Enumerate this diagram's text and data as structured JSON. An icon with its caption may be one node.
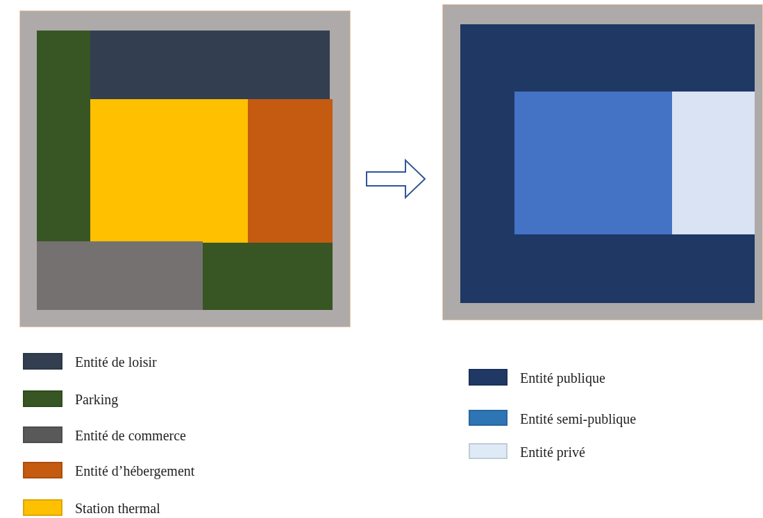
{
  "diagram": {
    "nodes": [
      {
        "text": [],
        "shape": "picture"
      },
      {
        "text": [],
        "shape": "picture"
      }
    ],
    "edges": [
      {
        "from": 0,
        "to": 1,
        "arrow": "to"
      }
    ],
    "legend": [
      {
        "text": "Entité de loisir",
        "color": "#333f50"
      },
      {
        "text": "Parking",
        "color": "#375623"
      },
      {
        "text": "Entité de commerce",
        "color": "#595959"
      },
      {
        "text": "Entité d’hébergement",
        "color": "#c55a11"
      },
      {
        "text": "Station thermal",
        "color": "#ffc000"
      },
      {
        "text": "Entité publique",
        "color": "#1f3864"
      },
      {
        "text": "Entité semi-publique",
        "color": "#2e75b6"
      },
      {
        "text": "Entité privé",
        "color": "#deebf7"
      }
    ]
  }
}
